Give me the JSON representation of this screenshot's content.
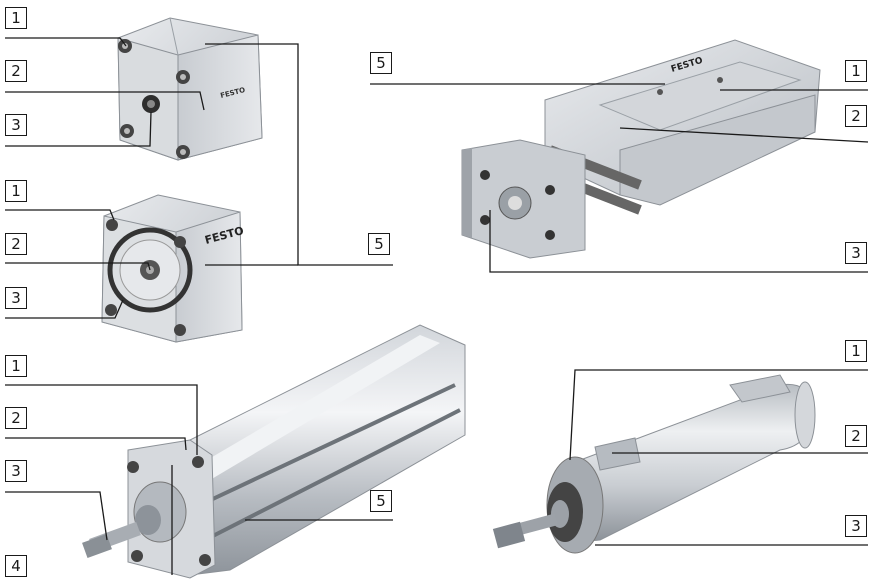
{
  "figure": {
    "brand": "FESTO",
    "callouts": {
      "compact_a": [
        "1",
        "2",
        "3"
      ],
      "compact_b": [
        "1",
        "2",
        "3",
        "5"
      ],
      "slide": [
        "5",
        "1",
        "2",
        "3"
      ],
      "profile": [
        "1",
        "2",
        "3",
        "4",
        "5"
      ],
      "round": [
        "1",
        "2",
        "3"
      ]
    }
  }
}
